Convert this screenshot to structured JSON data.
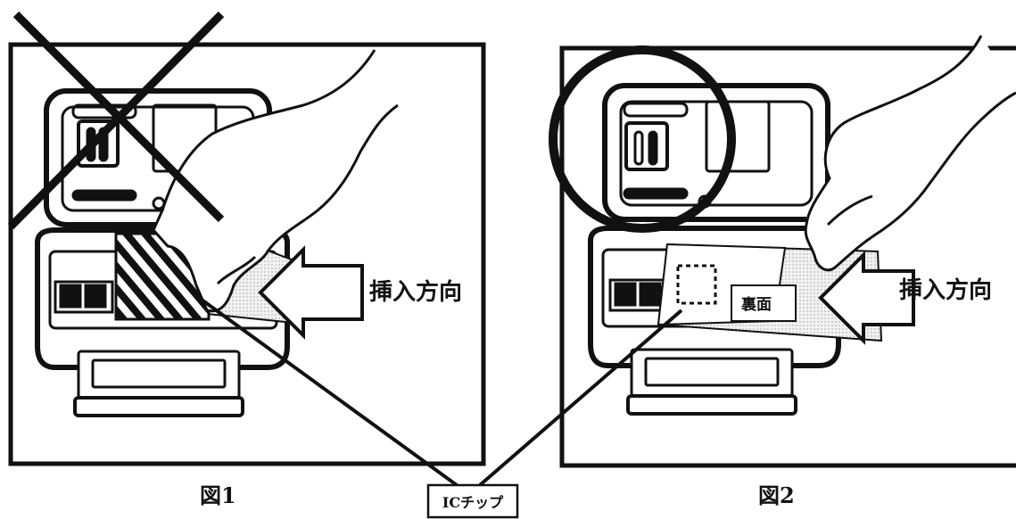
{
  "figures": [
    {
      "caption": "図1",
      "insert_direction_label": "挿入方向",
      "indicator": "cross",
      "card_side": "chip-side-up"
    },
    {
      "caption": "図2",
      "insert_direction_label": "挿入方向",
      "indicator": "circle",
      "card_side": "back-side-up",
      "card_face_label": "裏面"
    }
  ],
  "callout": {
    "label": "ICチップ"
  },
  "colors": {
    "ink": "#111111",
    "paper": "#ffffff",
    "card": "#e6e6e6"
  }
}
